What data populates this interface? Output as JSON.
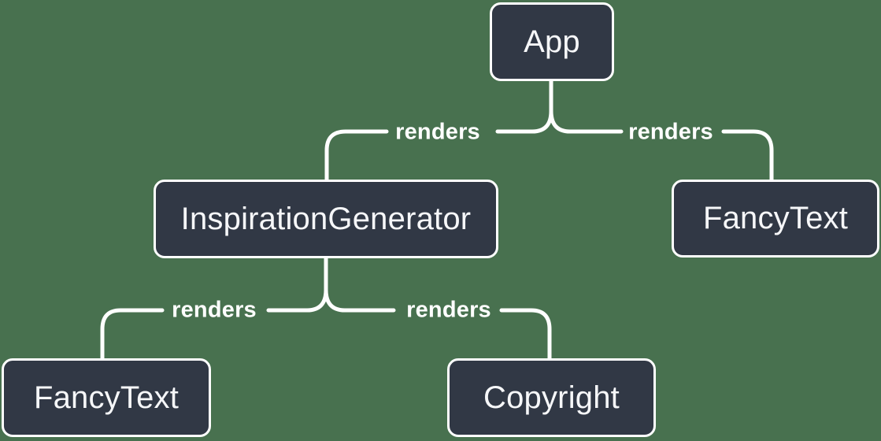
{
  "diagram": {
    "type": "tree",
    "nodes": [
      {
        "id": "app",
        "label": "App"
      },
      {
        "id": "inspiration-generator",
        "label": "InspirationGenerator"
      },
      {
        "id": "fancy-text-right",
        "label": "FancyText"
      },
      {
        "id": "fancy-text-left",
        "label": "FancyText"
      },
      {
        "id": "copyright",
        "label": "Copyright"
      }
    ],
    "edges": [
      {
        "from": "App",
        "to": "InspirationGenerator",
        "label": "renders"
      },
      {
        "from": "App",
        "to": "FancyText",
        "label": "renders"
      },
      {
        "from": "InspirationGenerator",
        "to": "FancyText",
        "label": "renders"
      },
      {
        "from": "InspirationGenerator",
        "to": "Copyright",
        "label": "renders"
      }
    ],
    "colors": {
      "background": "#48714f",
      "node_fill": "#313845",
      "node_border": "#ffffff",
      "node_text": "#f6f7f9",
      "edge": "#ffffff",
      "edge_label_text": "#ffffff"
    }
  }
}
